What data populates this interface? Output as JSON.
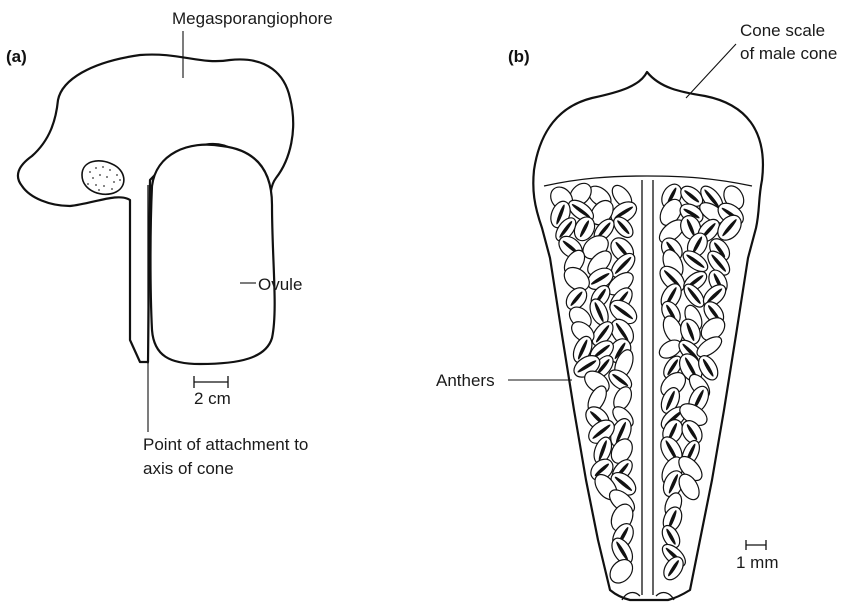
{
  "panels": {
    "a": {
      "tag": "(a)",
      "labels": {
        "top": "Megasporangiophore",
        "ovule": "Ovule",
        "scale": "2 cm",
        "attach_line1": "Point of attachment to",
        "attach_line2": "axis of cone"
      }
    },
    "b": {
      "tag": "(b)",
      "labels": {
        "scale_line1": "Cone scale",
        "scale_line2": "of male cone",
        "anthers": "Anthers",
        "scalebar": "1 mm"
      }
    }
  },
  "colors": {
    "line": "#111111",
    "background": "#ffffff",
    "stipple": "#333333"
  }
}
